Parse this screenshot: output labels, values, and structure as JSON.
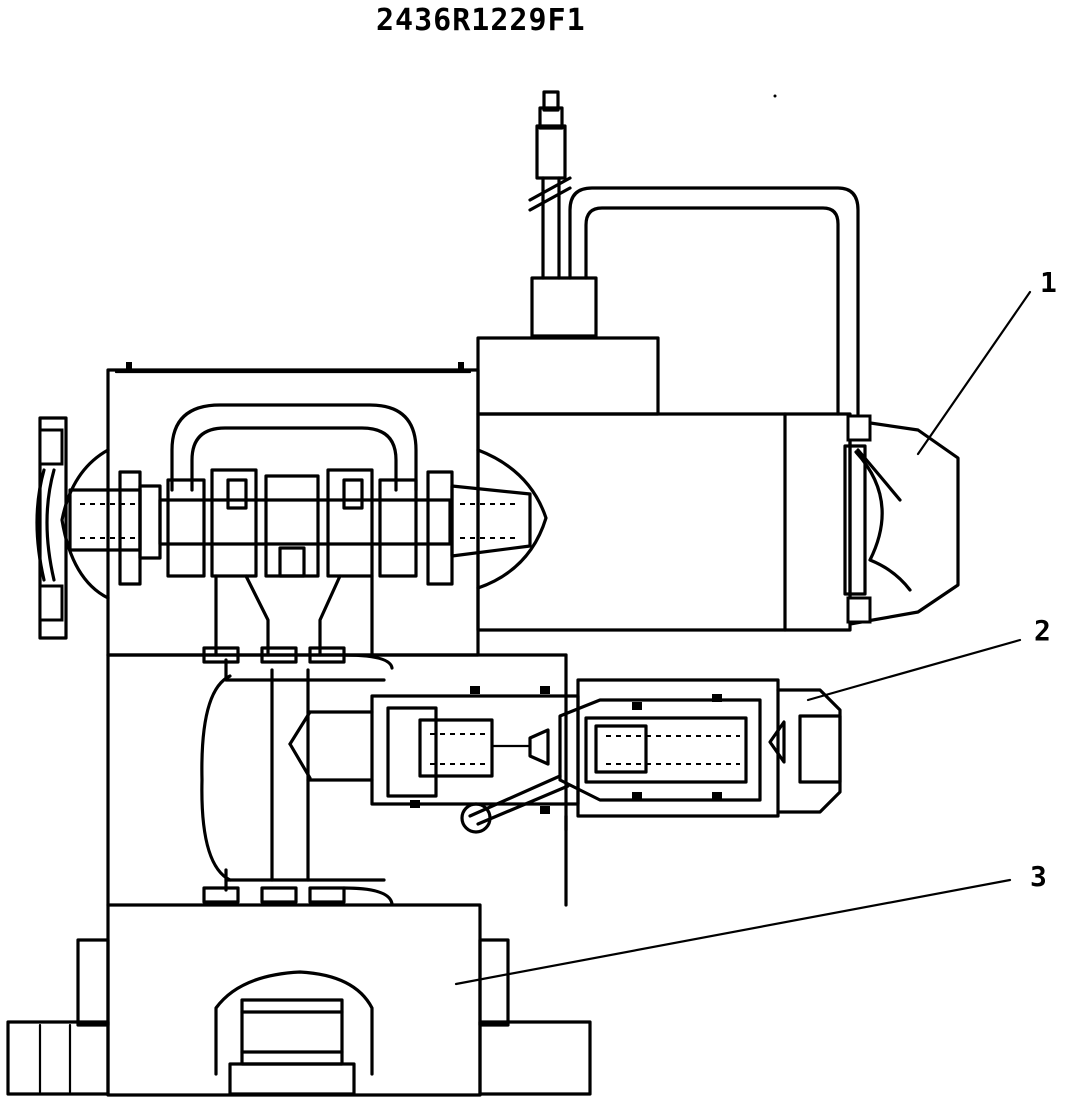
{
  "drawing": {
    "code": "2436R1229F1",
    "callouts": [
      {
        "label": "1"
      },
      {
        "label": "2"
      },
      {
        "label": "3"
      }
    ]
  }
}
